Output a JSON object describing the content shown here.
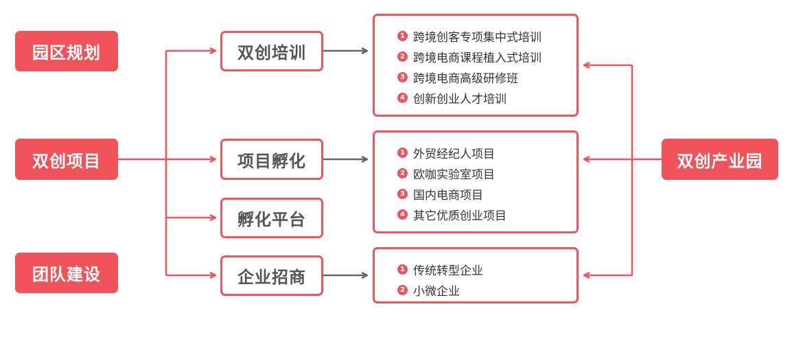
{
  "left_nodes": [
    "园区规划",
    "双创项目",
    "团队建设"
  ],
  "middle_nodes": [
    "双创培训",
    "项目孵化",
    "孵化平台",
    "企业招商"
  ],
  "right_node": "双创产业园",
  "lists": [
    {
      "items": [
        {
          "num": "1",
          "text": "跨境创客专项集中式培训"
        },
        {
          "num": "2",
          "text": "跨境电商课程植入式培训"
        },
        {
          "num": "3",
          "text": "跨境电商高级研修班"
        },
        {
          "num": "4",
          "text": "创新创业人才培训"
        }
      ]
    },
    {
      "items": [
        {
          "num": "1",
          "text": "外贸经纪人项目"
        },
        {
          "num": "2",
          "text": "欧咖实验室项目"
        },
        {
          "num": "3",
          "text": "国内电商项目"
        },
        {
          "num": "4",
          "text": "其它优质创业项目"
        }
      ]
    },
    {
      "items": [
        {
          "num": "1",
          "text": "传统转型企业"
        },
        {
          "num": "2",
          "text": "小微企业"
        }
      ]
    }
  ],
  "colors": {
    "accent": "#f0545a",
    "gray_arrow": "#666666",
    "middle_text": "#555555"
  }
}
